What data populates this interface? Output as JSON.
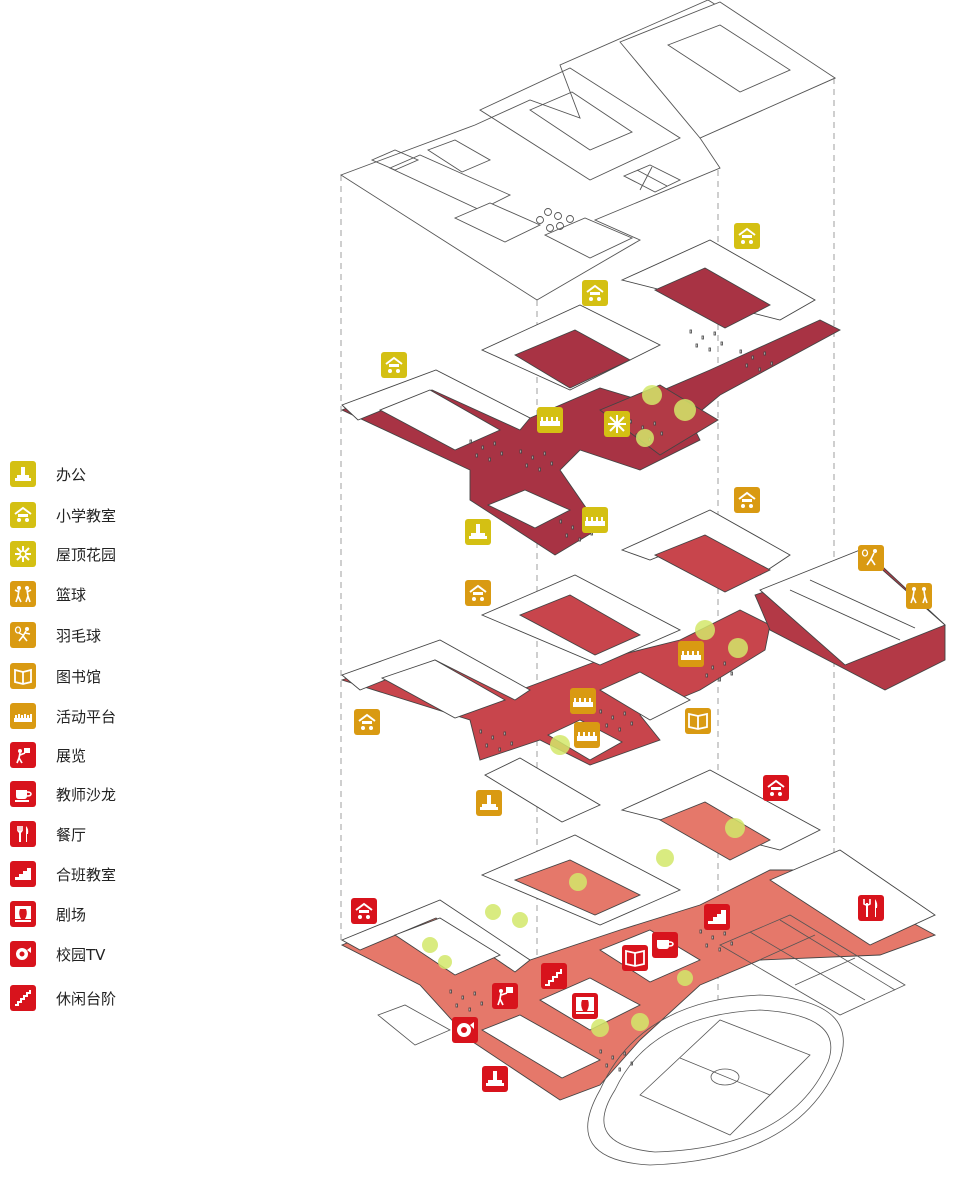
{
  "colors": {
    "yellow": "#d4c013",
    "orange": "#d99a12",
    "red": "#d8131c",
    "floor_dark": "#a83344",
    "floor_mid": "#c8454c",
    "floor_light": "#e5786a",
    "tree": "#d3e86a",
    "line": "#555555"
  },
  "legend": [
    {
      "label": "办公",
      "icon": "office-icon",
      "color": "yellow"
    },
    {
      "label": "小学教室",
      "icon": "classroom-icon",
      "color": "yellow"
    },
    {
      "label": "屋顶花园",
      "icon": "roof-garden-icon",
      "color": "yellow"
    },
    {
      "label": "篮球",
      "icon": "basketball-icon",
      "color": "orange"
    },
    {
      "label": "羽毛球",
      "icon": "badminton-icon",
      "color": "orange"
    },
    {
      "label": "图书馆",
      "icon": "library-icon",
      "color": "orange"
    },
    {
      "label": "活动平台",
      "icon": "activity-platform-icon",
      "color": "orange"
    },
    {
      "label": "展览",
      "icon": "exhibition-icon",
      "color": "red"
    },
    {
      "label": "教师沙龙",
      "icon": "teacher-salon-icon",
      "color": "red"
    },
    {
      "label": "餐厅",
      "icon": "dining-icon",
      "color": "red"
    },
    {
      "label": "合班教室",
      "icon": "lecture-hall-icon",
      "color": "red"
    },
    {
      "label": "剧场",
      "icon": "theater-icon",
      "color": "red"
    },
    {
      "label": "校园TV",
      "icon": "campus-tv-icon",
      "color": "red"
    },
    {
      "label": "休闲台阶",
      "icon": "leisure-steps-icon",
      "color": "red"
    }
  ]
}
